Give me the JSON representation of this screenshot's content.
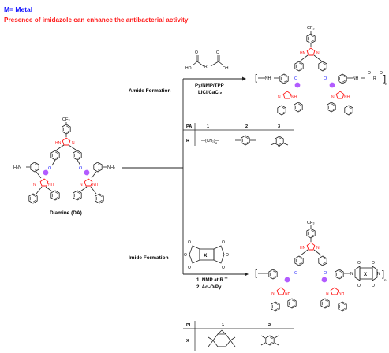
{
  "header": {
    "metal_note": "M= Metal",
    "imidazole_note": "Presence of imidazole can enhance the antibacterial activity"
  },
  "monomer": {
    "caption": "Diamine (DA)",
    "cf3": "CF₃",
    "nh2": "H₂N",
    "nh2_right": "NH₂",
    "hn": "HN",
    "n": "N",
    "o": "O",
    "m": "M",
    "nh": "NH"
  },
  "amide_route": {
    "label": "Amide Formation",
    "conditions_1": "Py/NMP/TPP",
    "conditions_2": "LiCl/CaCl₂",
    "reagent_ho": "HO",
    "reagent_oh": "OH",
    "reagent_r": "R",
    "reagent_o": "O",
    "product_nh": "NH",
    "product_r": "R",
    "product_n": "n",
    "table": {
      "row_label_1": "PA",
      "row_label_2": "R",
      "columns": [
        "1",
        "2",
        "3"
      ],
      "col1_text": "—(CH₂)—",
      "col1_sub": "8",
      "col3_n": "N"
    }
  },
  "imide_route": {
    "label": "Imide Formation",
    "conditions_1": "1. NMP at R.T.",
    "conditions_2": "2. Ac₂O/Py",
    "reagent_x": "X",
    "reagent_o": "O",
    "product_x": "X",
    "product_n": "N",
    "product_sub": "n",
    "table": {
      "row_label_1": "PI",
      "row_label_2": "X",
      "columns": [
        "1",
        "2"
      ]
    }
  },
  "colors": {
    "blue": "#1a1aff",
    "red": "#ff1a1a",
    "metal_dot": "#b25cff",
    "line": "#222222"
  }
}
